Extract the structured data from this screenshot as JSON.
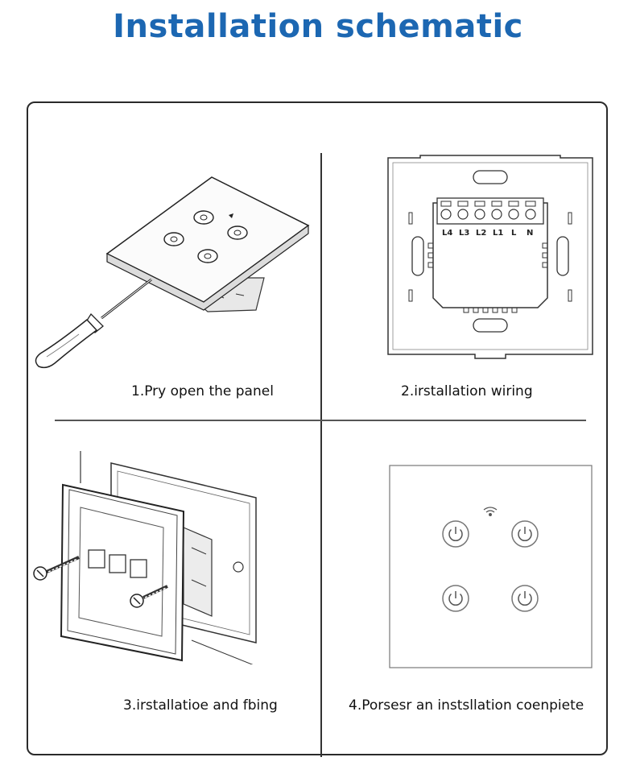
{
  "title": "Installation schematic",
  "steps": [
    {
      "caption": "1.Pry open the panel"
    },
    {
      "caption": "2.irstallation wiring"
    },
    {
      "caption": "3.irstallatioe and fbing"
    },
    {
      "caption": "4.Porsesr an instsllation coenpiete"
    }
  ],
  "terminals": [
    "L4",
    "L3",
    "L2",
    "L1",
    "L",
    "N"
  ],
  "icons": {
    "power": "power-icon",
    "wifi": "wifi-icon"
  }
}
